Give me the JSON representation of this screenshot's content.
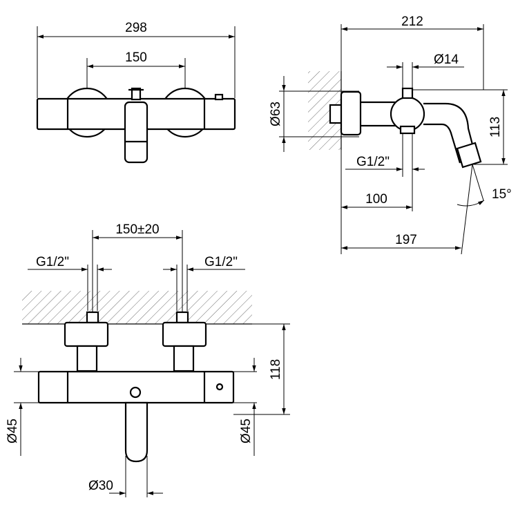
{
  "drawing": {
    "front_view": {
      "overall_width": "298",
      "handle_spacing": "150"
    },
    "side_view": {
      "projection": "212",
      "nipple_dia": "Ø14",
      "body_dia": "Ø63",
      "height": "113",
      "thread": "G1/2\"",
      "inlet_distance": "100",
      "spout_reach": "197",
      "spout_angle": "15°"
    },
    "bottom_view": {
      "centers": "150±20",
      "thread_left": "G1/2\"",
      "thread_right": "G1/2\"",
      "depth": "118",
      "dia_left": "Ø45",
      "dia_right": "Ø45",
      "spout_dia": "Ø30"
    }
  },
  "colors": {
    "line": "#000000",
    "hatch": "#6e6e6e",
    "background": "#ffffff"
  }
}
